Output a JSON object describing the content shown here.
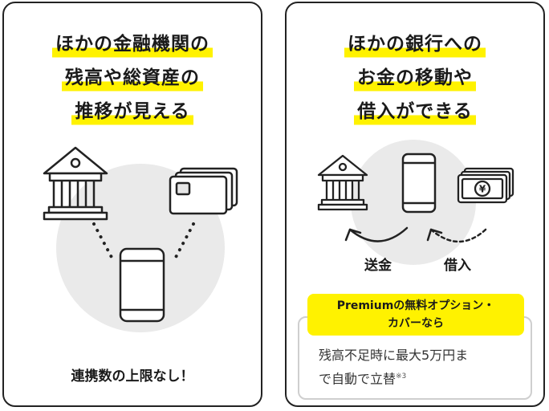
{
  "left_card": {
    "headline": [
      "ほかの金融機関の",
      "残高や総資産の",
      "推移が見える"
    ],
    "caption": "連携数の上限なし！",
    "icons": [
      "bank-icon",
      "credit-cards-icon",
      "smartphone-icon"
    ]
  },
  "right_card": {
    "headline": [
      "ほかの銀行への",
      "お金の移動や",
      "借入ができる"
    ],
    "labels": {
      "send": "送金",
      "borrow": "借入"
    },
    "option": {
      "badge_line1": "Premiumの無料オプション・",
      "badge_line2": "カバーなら",
      "text_line1": "残高不足時に最大5万円ま",
      "text_line2": "で自動で立替",
      "note": "※3"
    },
    "icons": [
      "bank-icon",
      "smartphone-icon",
      "yen-bills-icon"
    ]
  },
  "colors": {
    "highlight": "#fff200",
    "circle": "#eaeaea",
    "stroke": "#222222"
  }
}
